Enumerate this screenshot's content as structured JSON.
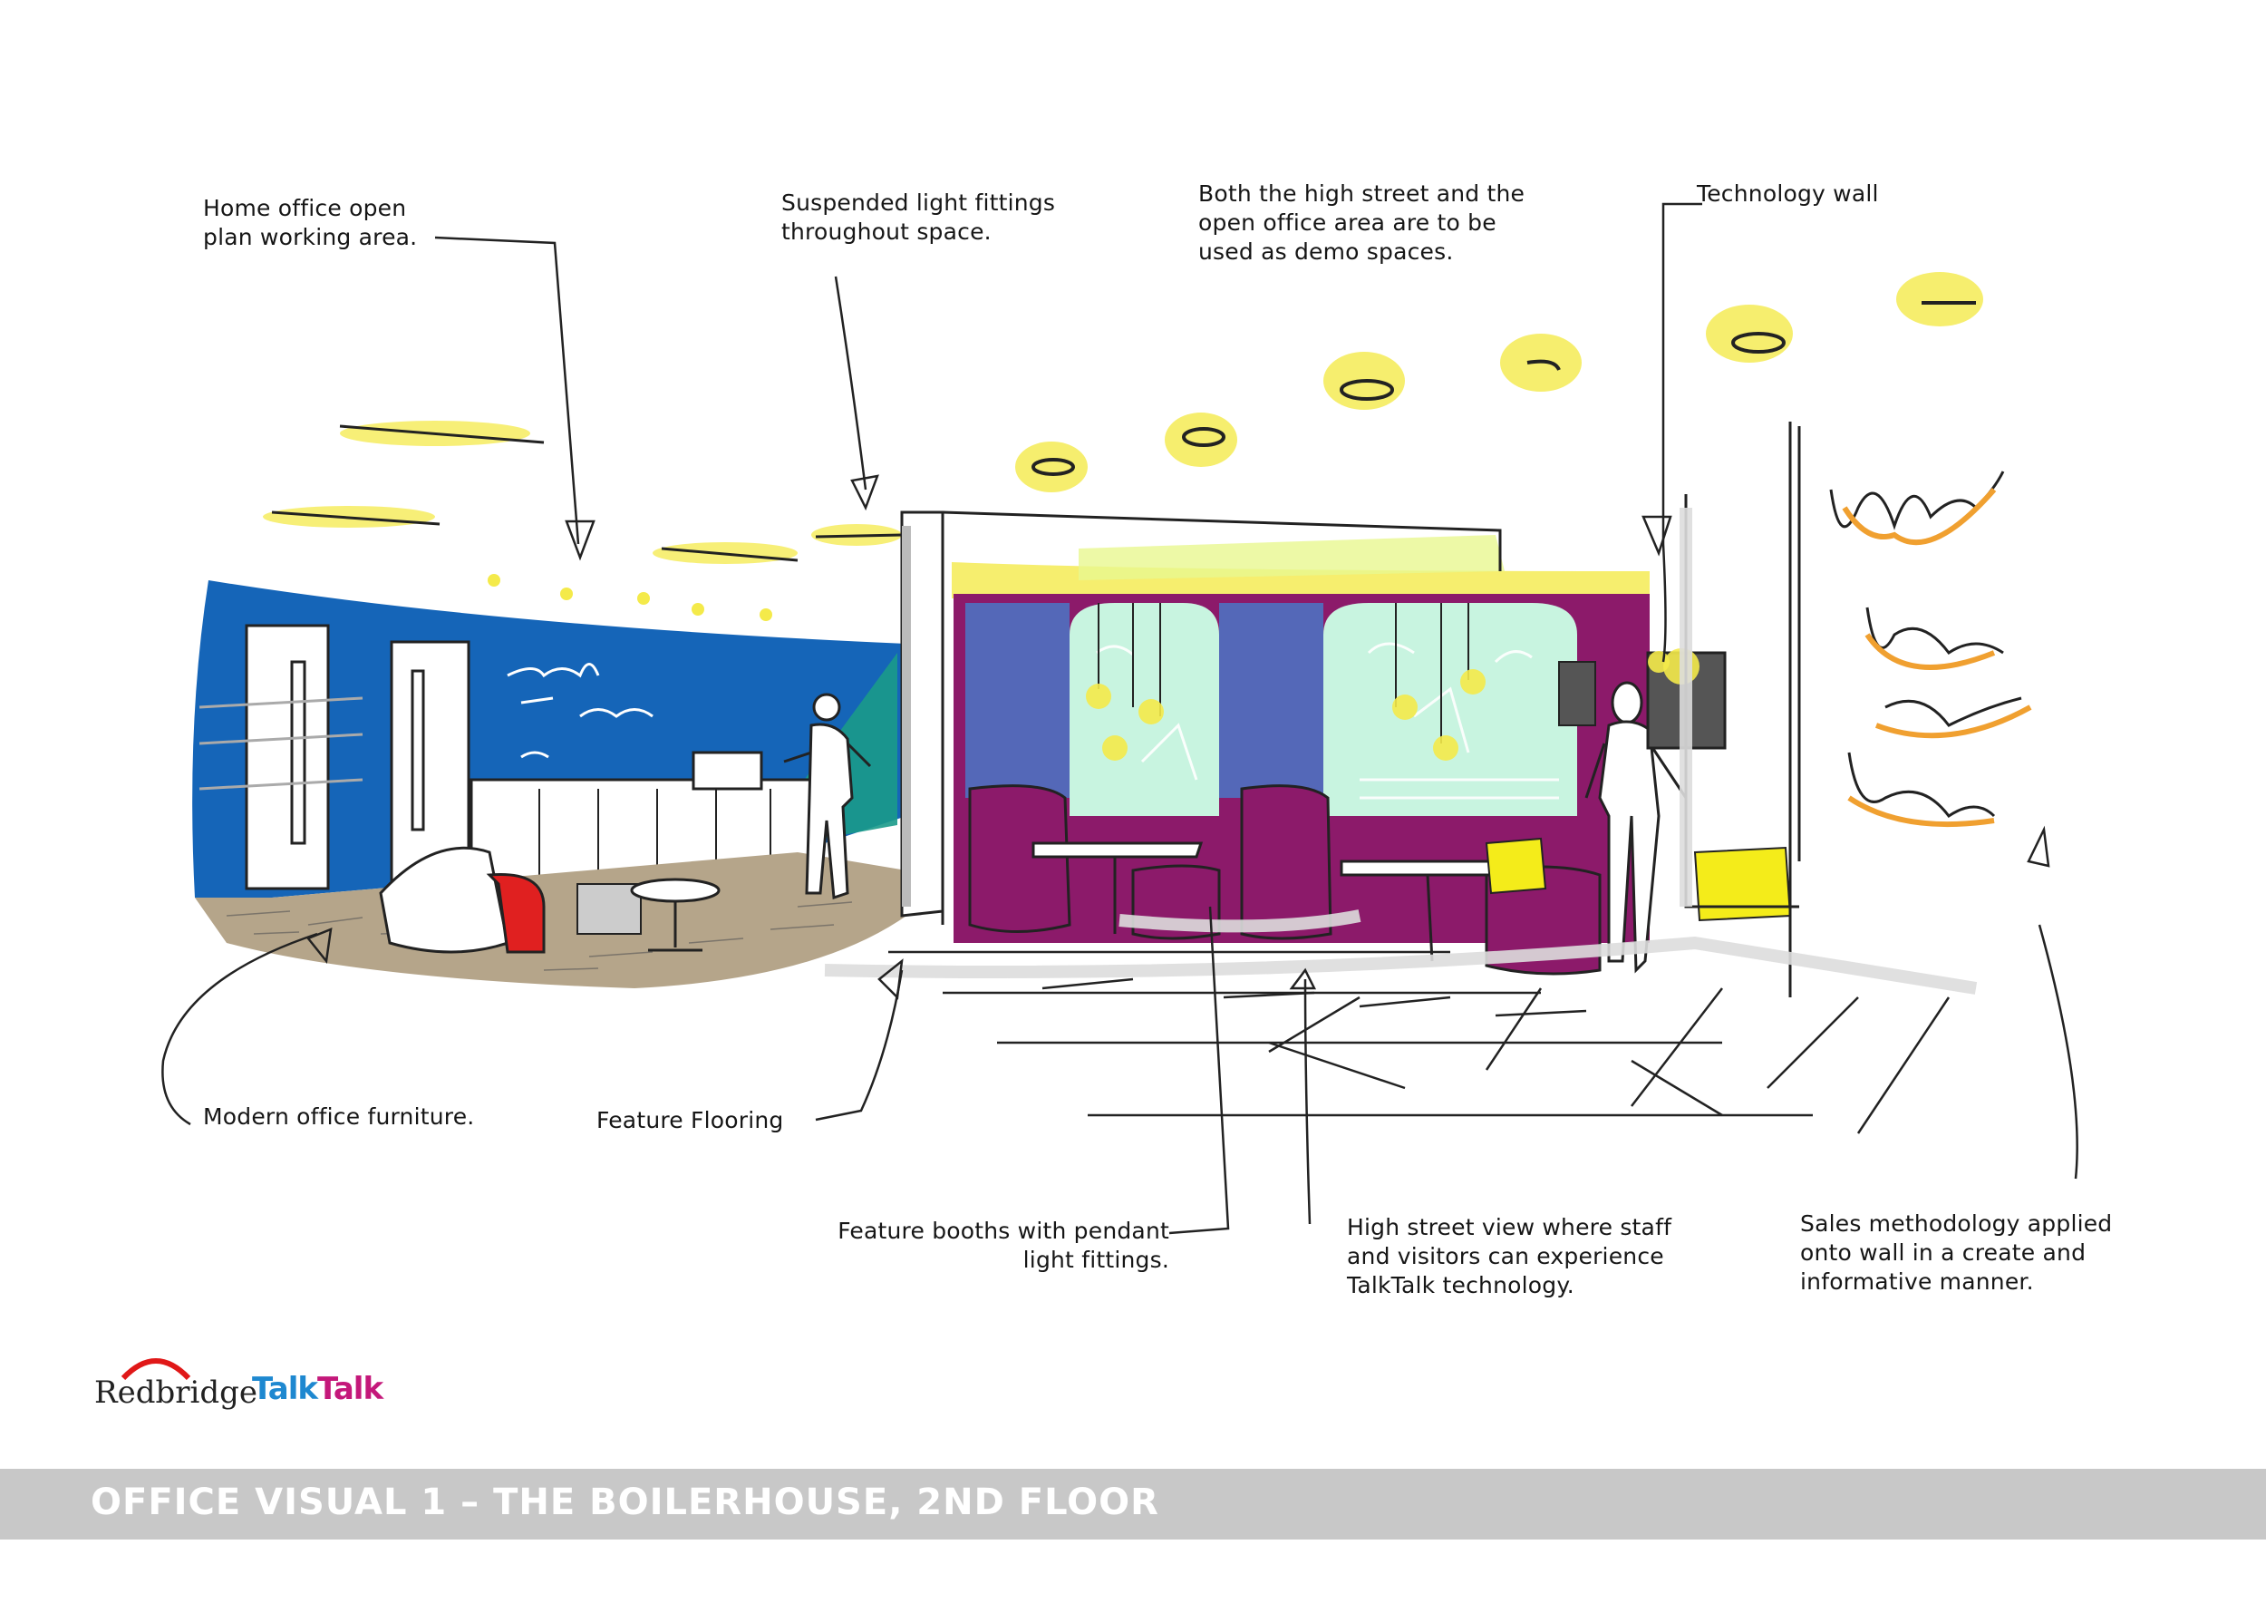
{
  "annotations": {
    "home_office": "Home office open\nplan working area.",
    "suspended_lights": "Suspended light fittings\nthroughout space.",
    "demo_spaces": "Both the high street and the\nopen office area are to be\nused as demo spaces.",
    "technology_wall": "Technology wall",
    "modern_furniture": "Modern office furniture.",
    "feature_flooring": "Feature Flooring",
    "feature_booths": "Feature booths with pendant\nlight fittings.",
    "high_street": "High street view where staff\nand visitors can experience\nTalkTalk technology.",
    "sales_methodology": "Sales methodology applied\nonto wall in a create and\ninformative manner."
  },
  "logos": {
    "redbridge": "Redbridge",
    "talktalk_part1": "Talk",
    "talktalk_part2": "Talk"
  },
  "footer": {
    "title": "OFFICE VISUAL 1 – THE BOILERHOUSE, 2ND FLOOR"
  },
  "colors": {
    "wall_blue": "#1565b8",
    "booth_purple": "#8c1a6a",
    "booth_blue": "#5468b8",
    "light_yellow": "#f4ea4a",
    "glass_green": "#c8f4e0",
    "floor_tan": "#b5a58a",
    "chair_red": "#e02020",
    "cube_yellow": "#f4ec1a",
    "teal": "#1a9a8a",
    "orange_scribble": "#f0a030",
    "footer_grey": "#c8c8c8",
    "talktalk_blue": "#1e88d0",
    "talktalk_magenta": "#c4187a",
    "redbridge_red": "#e01818"
  }
}
